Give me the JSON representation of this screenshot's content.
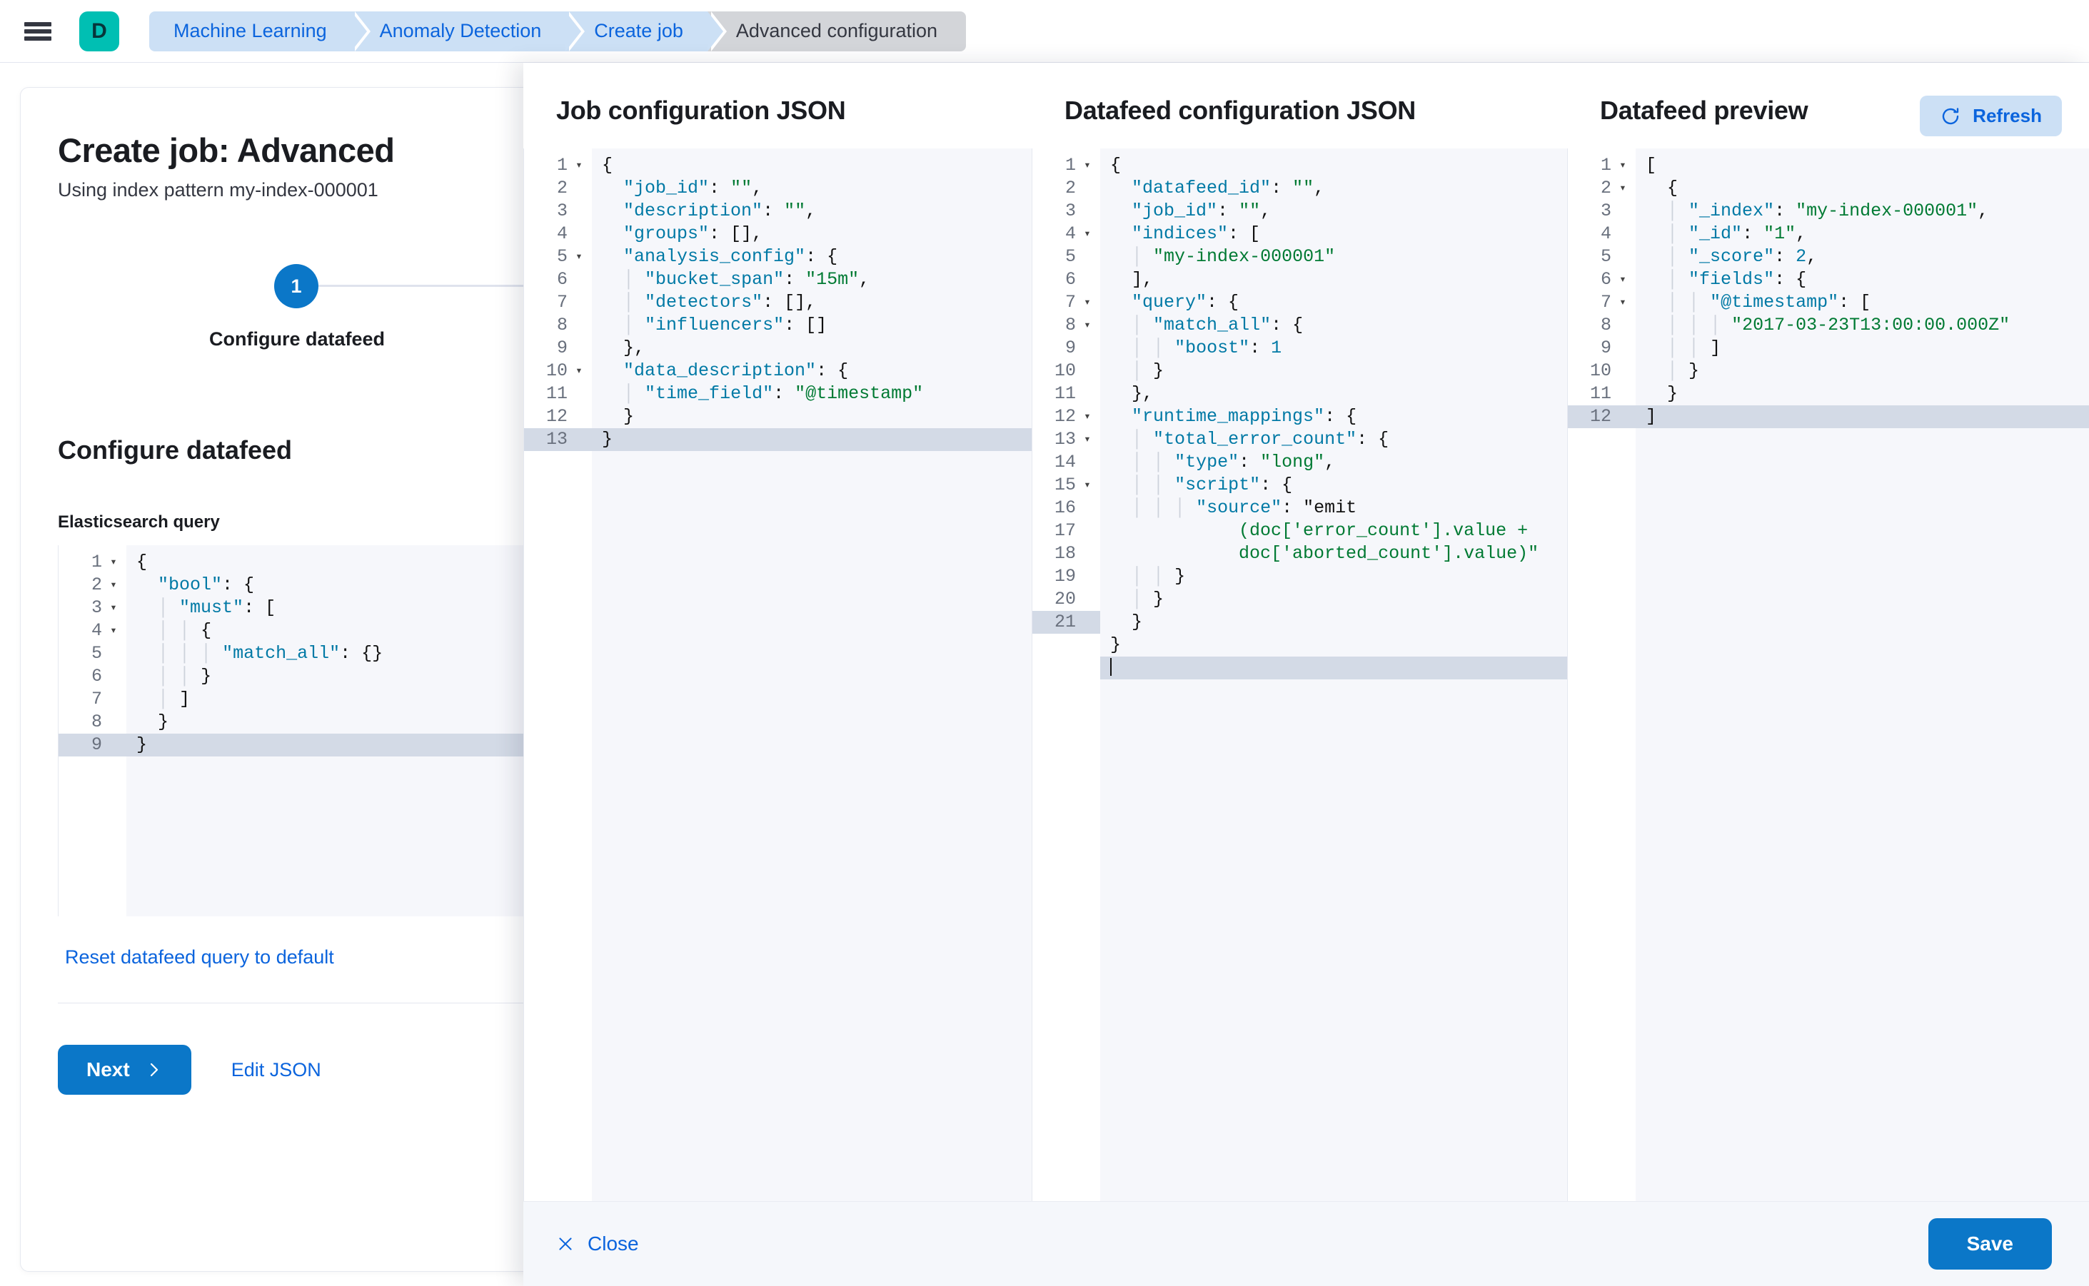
{
  "topbar": {
    "menu_icon": "hamburger-icon",
    "app_badge": "D",
    "app_badge_color": "#00bfb3",
    "breadcrumbs": [
      {
        "label": "Machine Learning",
        "active": false
      },
      {
        "label": "Anomaly Detection",
        "active": false
      },
      {
        "label": "Create job",
        "active": false
      },
      {
        "label": "Advanced configuration",
        "active": true
      }
    ]
  },
  "page": {
    "title": "Create job: Advanced",
    "subtitle": "Using index pattern my-index-000001",
    "step_number": "1",
    "step_label": "Configure datafeed",
    "section_title": "Configure datafeed",
    "field_label": "Elasticsearch query",
    "reset_link": "Reset datafeed query to default",
    "next_label": "Next",
    "next_icon": "chevron-right-icon",
    "edit_json_label": "Edit JSON",
    "accent_color": "#0b77c8",
    "link_color": "#0b64dd"
  },
  "es_query_editor": {
    "lines": [
      {
        "n": "1",
        "fold": true,
        "active": false,
        "code": "{"
      },
      {
        "n": "2",
        "fold": true,
        "active": false,
        "code": "  \"bool\": {"
      },
      {
        "n": "3",
        "fold": true,
        "active": false,
        "code": "    \"must\": ["
      },
      {
        "n": "4",
        "fold": true,
        "active": false,
        "code": "      {"
      },
      {
        "n": "5",
        "fold": false,
        "active": false,
        "code": "        \"match_all\": {}"
      },
      {
        "n": "6",
        "fold": false,
        "active": false,
        "code": "      }"
      },
      {
        "n": "7",
        "fold": false,
        "active": false,
        "code": "    ]"
      },
      {
        "n": "8",
        "fold": false,
        "active": false,
        "code": "  }"
      },
      {
        "n": "9",
        "fold": false,
        "active": true,
        "code": "}"
      }
    ]
  },
  "job_config": {
    "title": "Job configuration JSON",
    "lines": [
      {
        "n": "1",
        "fold": true,
        "active": false,
        "code": "{"
      },
      {
        "n": "2",
        "fold": false,
        "active": false,
        "code": "  \"job_id\": \"\","
      },
      {
        "n": "3",
        "fold": false,
        "active": false,
        "code": "  \"description\": \"\","
      },
      {
        "n": "4",
        "fold": false,
        "active": false,
        "code": "  \"groups\": [],"
      },
      {
        "n": "5",
        "fold": true,
        "active": false,
        "code": "  \"analysis_config\": {"
      },
      {
        "n": "6",
        "fold": false,
        "active": false,
        "code": "    \"bucket_span\": \"15m\","
      },
      {
        "n": "7",
        "fold": false,
        "active": false,
        "code": "    \"detectors\": [],"
      },
      {
        "n": "8",
        "fold": false,
        "active": false,
        "code": "    \"influencers\": []"
      },
      {
        "n": "9",
        "fold": false,
        "active": false,
        "code": "  },"
      },
      {
        "n": "10",
        "fold": true,
        "active": false,
        "code": "  \"data_description\": {"
      },
      {
        "n": "11",
        "fold": false,
        "active": false,
        "code": "    \"time_field\": \"@timestamp\""
      },
      {
        "n": "12",
        "fold": false,
        "active": false,
        "code": "  }"
      },
      {
        "n": "13",
        "fold": false,
        "active": true,
        "code": "}"
      }
    ]
  },
  "datafeed_config": {
    "title": "Datafeed configuration JSON",
    "lines": [
      {
        "n": "1",
        "fold": true,
        "active": false,
        "code": "{"
      },
      {
        "n": "2",
        "fold": false,
        "active": false,
        "code": "  \"datafeed_id\": \"\","
      },
      {
        "n": "3",
        "fold": false,
        "active": false,
        "code": "  \"job_id\": \"\","
      },
      {
        "n": "4",
        "fold": true,
        "active": false,
        "code": "  \"indices\": ["
      },
      {
        "n": "5",
        "fold": false,
        "active": false,
        "code": "    \"my-index-000001\""
      },
      {
        "n": "6",
        "fold": false,
        "active": false,
        "code": "  ],"
      },
      {
        "n": "7",
        "fold": true,
        "active": false,
        "code": "  \"query\": {"
      },
      {
        "n": "8",
        "fold": true,
        "active": false,
        "code": "    \"match_all\": {"
      },
      {
        "n": "9",
        "fold": false,
        "active": false,
        "code": "      \"boost\": 1"
      },
      {
        "n": "10",
        "fold": false,
        "active": false,
        "code": "    }"
      },
      {
        "n": "11",
        "fold": false,
        "active": false,
        "code": "  },"
      },
      {
        "n": "12",
        "fold": true,
        "active": false,
        "code": "  \"runtime_mappings\": {"
      },
      {
        "n": "13",
        "fold": true,
        "active": false,
        "code": "    \"total_error_count\": {"
      },
      {
        "n": "14",
        "fold": false,
        "active": false,
        "code": "      \"type\": \"long\","
      },
      {
        "n": "15",
        "fold": true,
        "active": false,
        "code": "      \"script\": {"
      },
      {
        "n": "16",
        "fold": false,
        "active": false,
        "wrap": true,
        "code": "        \"source\": \"emit(doc['error_count'].value + doc['aborted_count'].value)\""
      },
      {
        "n": "17",
        "fold": false,
        "active": false,
        "code": "      }"
      },
      {
        "n": "18",
        "fold": false,
        "active": false,
        "code": "    }"
      },
      {
        "n": "19",
        "fold": false,
        "active": false,
        "code": "  }"
      },
      {
        "n": "20",
        "fold": false,
        "active": false,
        "code": "}"
      },
      {
        "n": "21",
        "fold": false,
        "active": true,
        "caret": true,
        "code": ""
      }
    ]
  },
  "datafeed_preview": {
    "title": "Datafeed preview",
    "refresh_label": "Refresh",
    "refresh_icon": "refresh-icon",
    "lines": [
      {
        "n": "1",
        "fold": true,
        "active": false,
        "code": "["
      },
      {
        "n": "2",
        "fold": true,
        "active": false,
        "code": "  {"
      },
      {
        "n": "3",
        "fold": false,
        "active": false,
        "code": "    \"_index\": \"my-index-000001\","
      },
      {
        "n": "4",
        "fold": false,
        "active": false,
        "code": "    \"_id\": \"1\","
      },
      {
        "n": "5",
        "fold": false,
        "active": false,
        "code": "    \"_score\": 2,"
      },
      {
        "n": "6",
        "fold": true,
        "active": false,
        "code": "    \"fields\": {"
      },
      {
        "n": "7",
        "fold": true,
        "active": false,
        "code": "      \"@timestamp\": ["
      },
      {
        "n": "8",
        "fold": false,
        "active": false,
        "code": "        \"2017-03-23T13:00:00.000Z\""
      },
      {
        "n": "9",
        "fold": false,
        "active": false,
        "code": "      ]"
      },
      {
        "n": "10",
        "fold": false,
        "active": false,
        "code": "    }"
      },
      {
        "n": "11",
        "fold": false,
        "active": false,
        "code": "  }"
      },
      {
        "n": "12",
        "fold": false,
        "active": true,
        "code": "]"
      }
    ]
  },
  "footer": {
    "close_label": "Close",
    "close_icon": "close-icon",
    "save_label": "Save"
  }
}
